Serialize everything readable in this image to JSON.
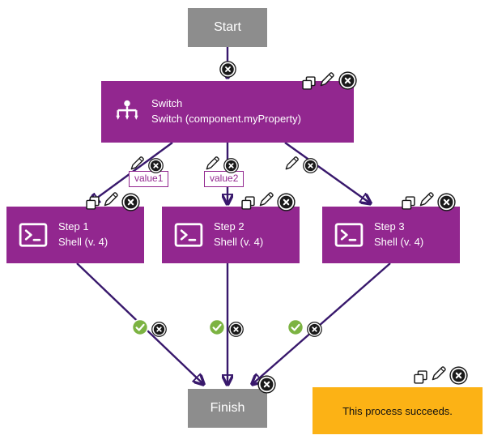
{
  "colors": {
    "node_purple": "#92278f",
    "node_gray": "#8d8d8d",
    "connector_purple": "#38186c",
    "success_green": "#7cb342",
    "note_orange": "#fcb215",
    "edge_label_purple": "#92278f"
  },
  "nodes": {
    "start": {
      "label": "Start"
    },
    "switch": {
      "title": "Switch",
      "subtitle": "Switch (component.myProperty)"
    },
    "step1": {
      "title": "Step 1",
      "subtitle": "Shell (v. 4)"
    },
    "step2": {
      "title": "Step 2",
      "subtitle": "Shell (v. 4)"
    },
    "step3": {
      "title": "Step 3",
      "subtitle": "Shell (v. 4)"
    },
    "finish": {
      "label": "Finish"
    }
  },
  "note": {
    "text": "This process succeeds."
  },
  "edge_labels": {
    "switch_to_step1": "value1",
    "switch_to_step2": "value2"
  },
  "icons": {
    "delete-icon": "circled-x",
    "edit-icon": "pencil",
    "copy-icon": "overlapping-squares",
    "success-icon": "green-check-circle",
    "shell-icon": "terminal-prompt",
    "switch-icon": "branch-fork"
  }
}
